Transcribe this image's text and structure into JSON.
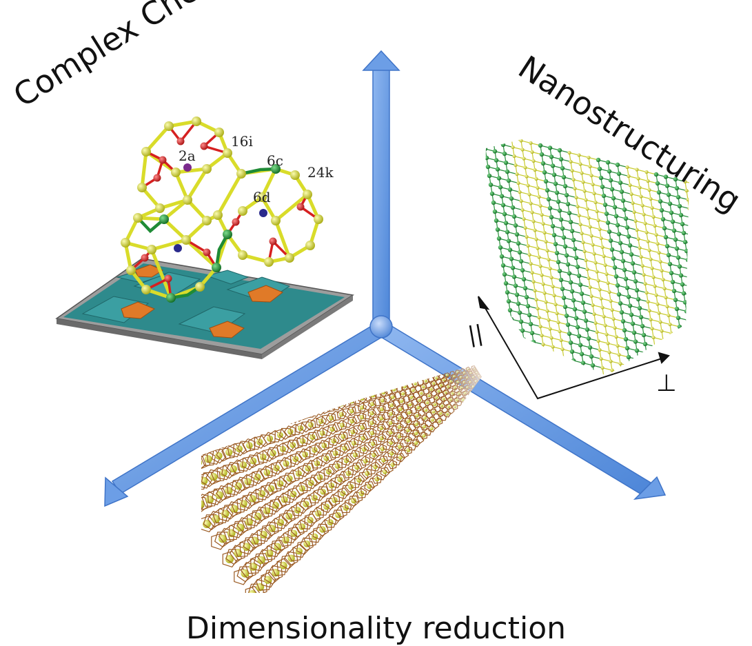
{
  "axes": {
    "complex_chemistry": "Complex Chemistry",
    "nanostructuring": "Nanostructuring",
    "dimensionality_reduction": "Dimensionality reduction"
  },
  "wyckoff_labels": {
    "a": "2a",
    "b": "16i",
    "c": "6c",
    "d": "24k",
    "e": "6d"
  },
  "direction_labels": {
    "parallel": "||",
    "perpendicular": "⊥"
  },
  "colors": {
    "arrow": "#6c9ee6",
    "arrow_edge": "#3f74c8",
    "bond_yellow": "#d9dc2a",
    "atom_green": "#1f8b36",
    "atom_red": "#d62020",
    "substrate_teal": "#2f8a8a",
    "substrate_orange": "#e07a28",
    "nanowire_brown": "#9a5a22"
  }
}
